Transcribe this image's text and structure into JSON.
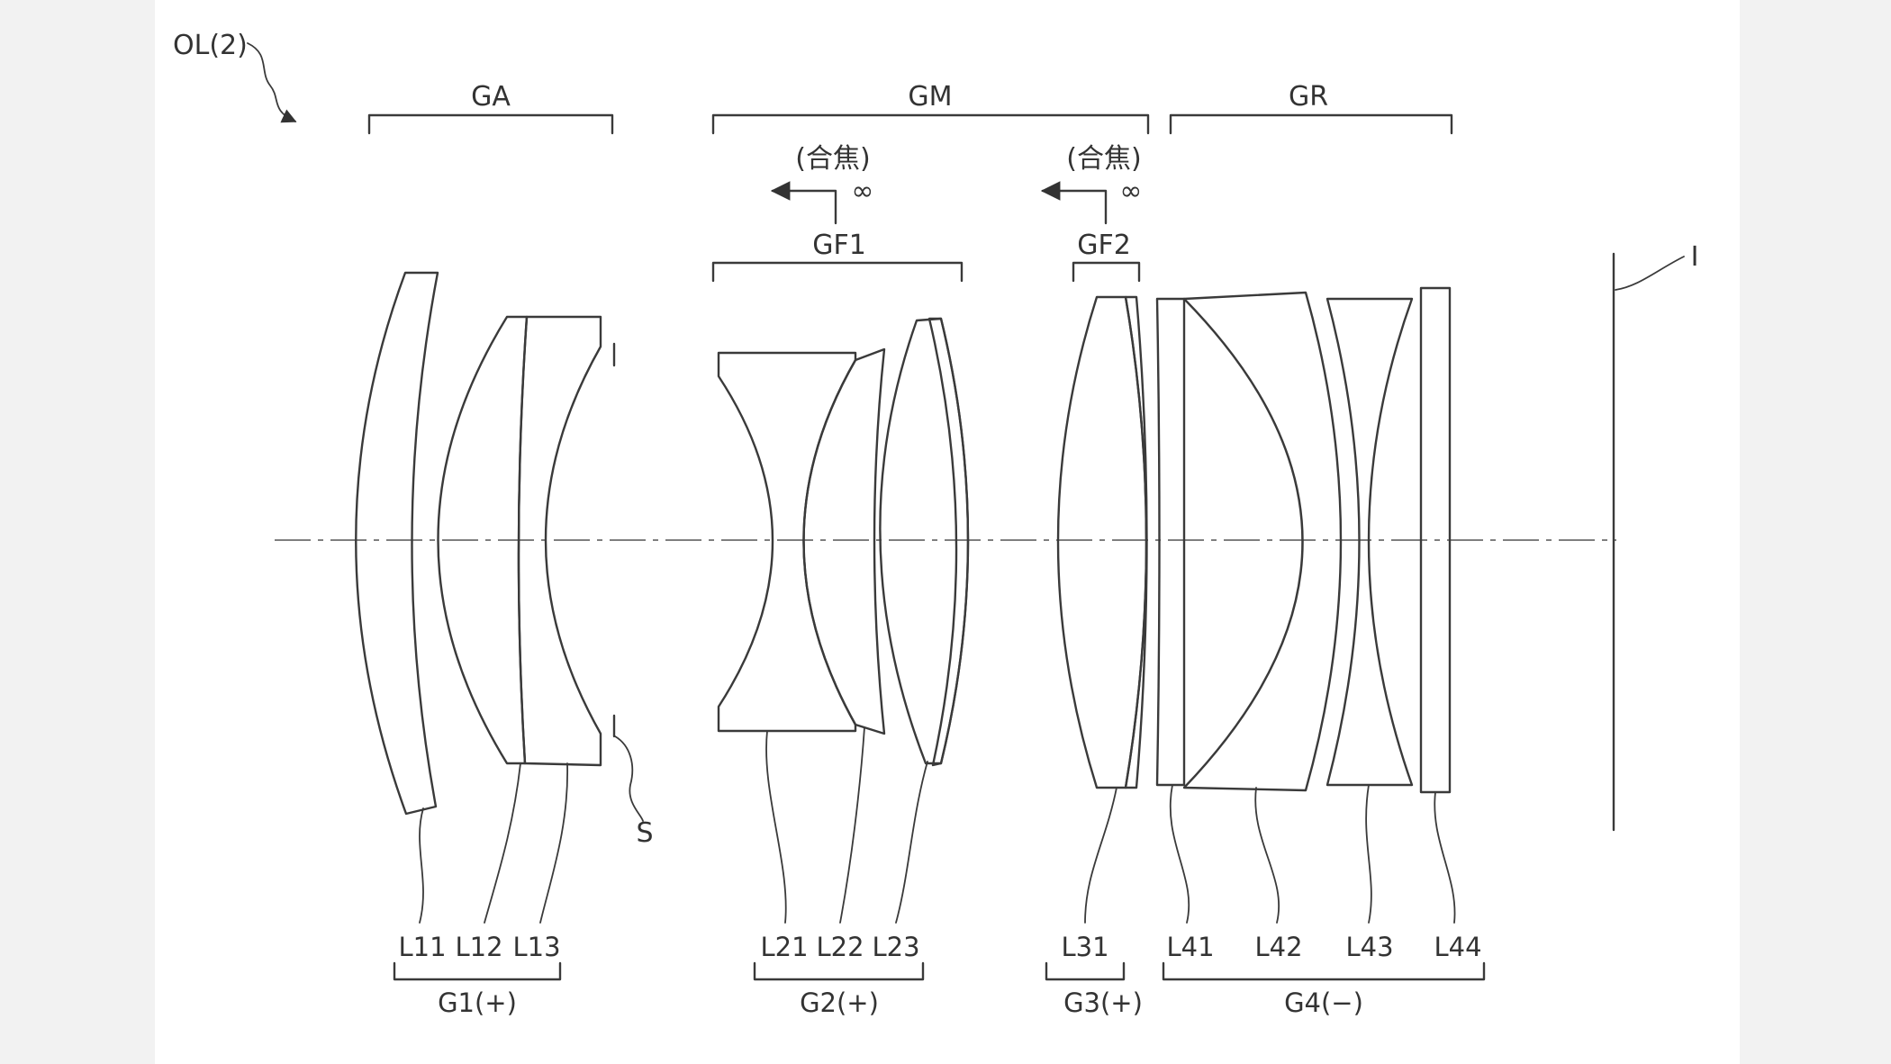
{
  "figure": {
    "system_label": "OL(2)",
    "image_label": "I",
    "stop_label": "S",
    "regions": {
      "ga": "GA",
      "gm": "GM",
      "gr": "GR"
    },
    "focus": {
      "gf1": {
        "label": "GF1",
        "note": "(合焦)",
        "infinity": "∞"
      },
      "gf2": {
        "label": "GF2",
        "note": "(合焦)",
        "infinity": "∞"
      }
    },
    "lenses": [
      "L11",
      "L12",
      "L13",
      "L21",
      "L22",
      "L23",
      "L31",
      "L41",
      "L42",
      "L43",
      "L44"
    ],
    "groups": {
      "g1": "G1(+)",
      "g2": "G2(+)",
      "g3": "G3(+)",
      "g4": "G4(−)"
    }
  }
}
